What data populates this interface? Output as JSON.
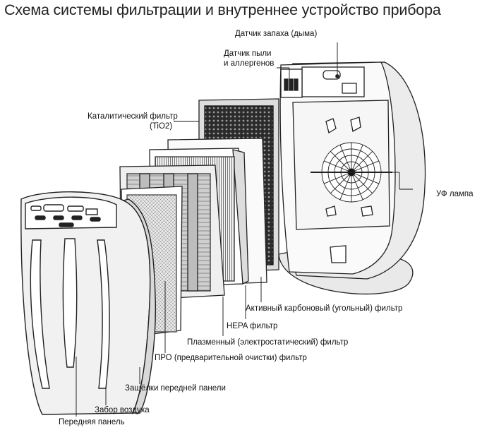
{
  "title": "Схема системы фильтрации и внутреннее устройство прибора",
  "labels": {
    "smell_sensor": "Датчик запаха (дыма)",
    "dust_sensor_line1": "Датчик пыли",
    "dust_sensor_line2": "и аллергенов",
    "catalytic_line1": "Каталитический фильтр",
    "catalytic_line2": "(TiO2)",
    "uv_lamp": "УФ лампа",
    "carbon": "Активный карбоновый (угольный) фильтр",
    "hepa": "HEPA фильтр",
    "plasma": "Плазменный (электростатический) фильтр",
    "prefilter": "ПРО (предварительной очистки) фильтр",
    "latches": "Защёлки передней панели",
    "air_intake": "Забор воздуха",
    "front_panel": "Передняя панель"
  }
}
